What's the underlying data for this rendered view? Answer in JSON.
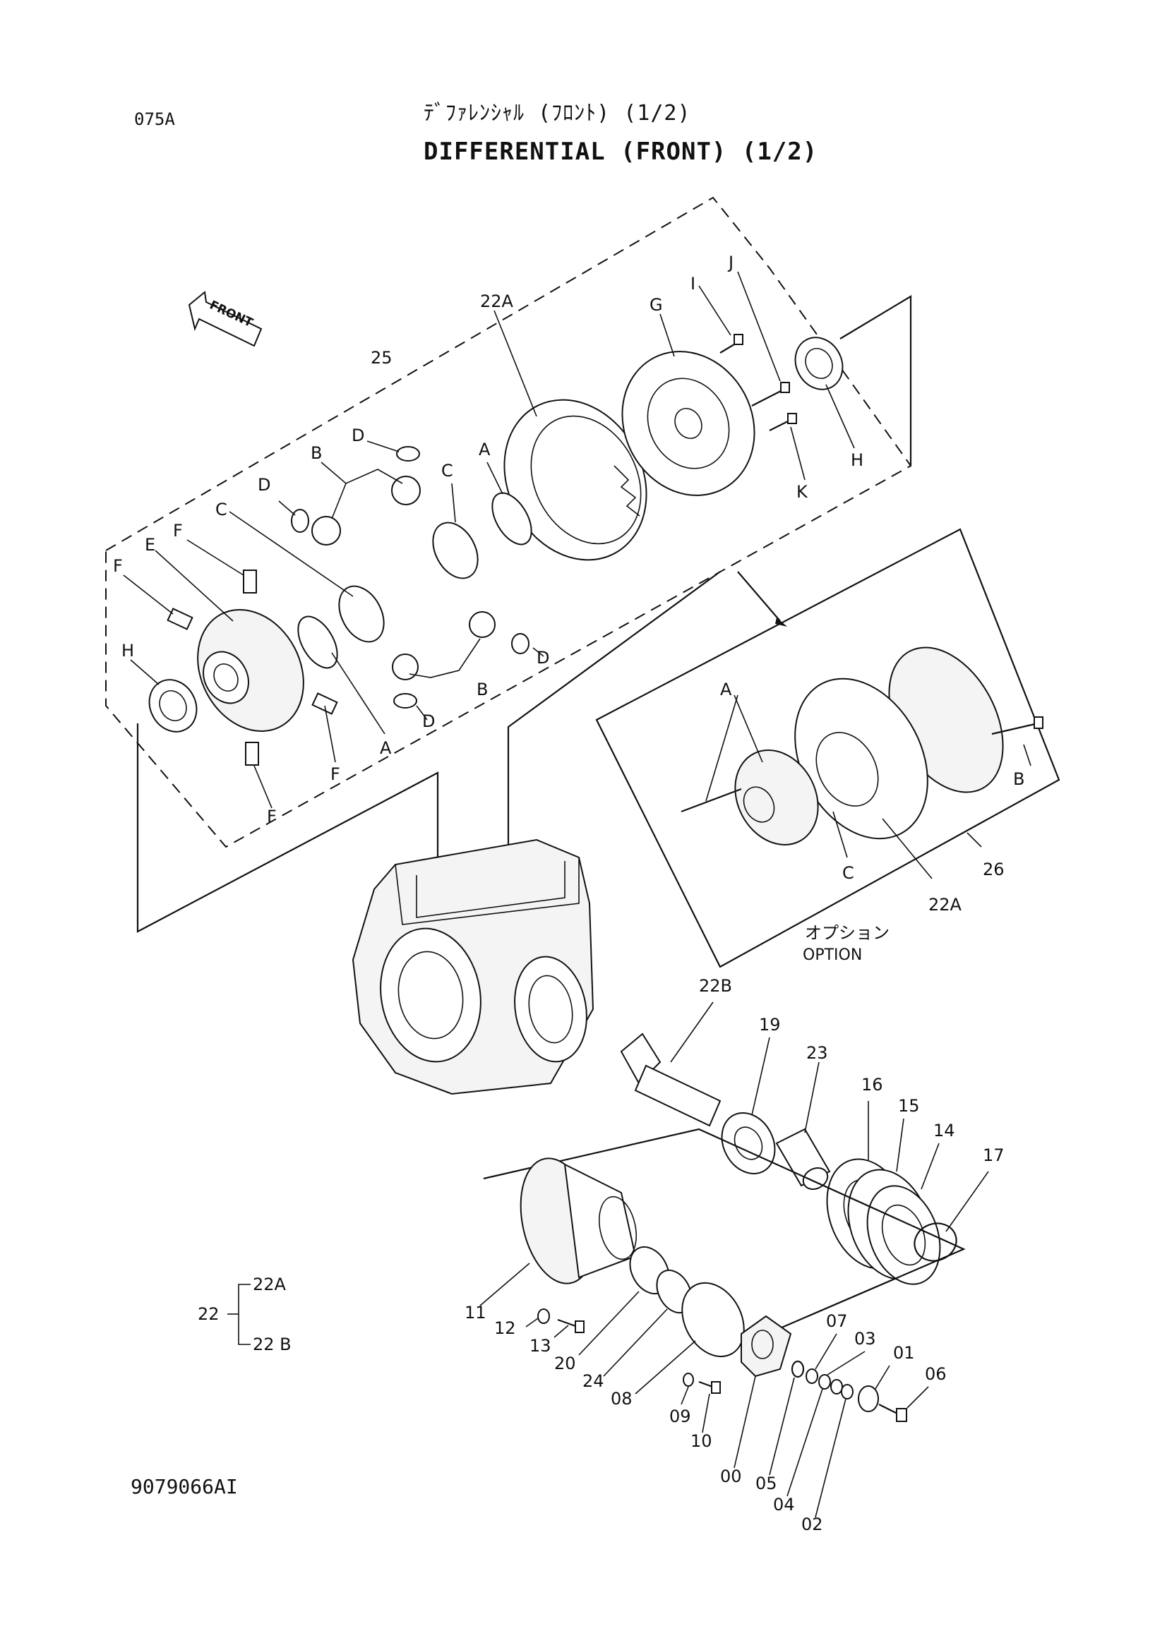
{
  "header": {
    "page_code": "075A",
    "title_jp": "ﾃﾞﾌｧﾚﾝｼｬﾙ (ﾌﾛﾝﾄ) (1/2)",
    "title_en": "DIFFERENTIAL (FRONT) (1/2)"
  },
  "front_arrow": "FRONT",
  "option_jp": "オプション",
  "option_en": "OPTION",
  "drawing_number": "9079066AI",
  "legend": {
    "parent": "22",
    "child_a": "22A",
    "child_b": "22 B"
  },
  "labels": {
    "22A_top": "22A",
    "25": "25",
    "G": "G",
    "I": "I",
    "J": "J",
    "H_top": "H",
    "K": "K",
    "D1": "D",
    "B1": "B",
    "D2": "D",
    "C1": "C",
    "A1": "A",
    "C2": "C",
    "F1": "F",
    "E": "E",
    "F2": "F",
    "H_left": "H",
    "D3": "D",
    "B2": "B",
    "D4": "D",
    "A2": "A",
    "F3": "F",
    "F4": "F",
    "A3": "A",
    "B3": "B",
    "C3": "C",
    "22A_opt": "22A",
    "26": "26",
    "22B": "22B",
    "19": "19",
    "23": "23",
    "16": "16",
    "15": "15",
    "14": "14",
    "17": "17",
    "11": "11",
    "12": "12",
    "13": "13",
    "20": "20",
    "24": "24",
    "08": "08",
    "09": "09",
    "10": "10",
    "00": "00",
    "05": "05",
    "07": "07",
    "04": "04",
    "03": "03",
    "02": "02",
    "01": "01",
    "06": "06"
  }
}
